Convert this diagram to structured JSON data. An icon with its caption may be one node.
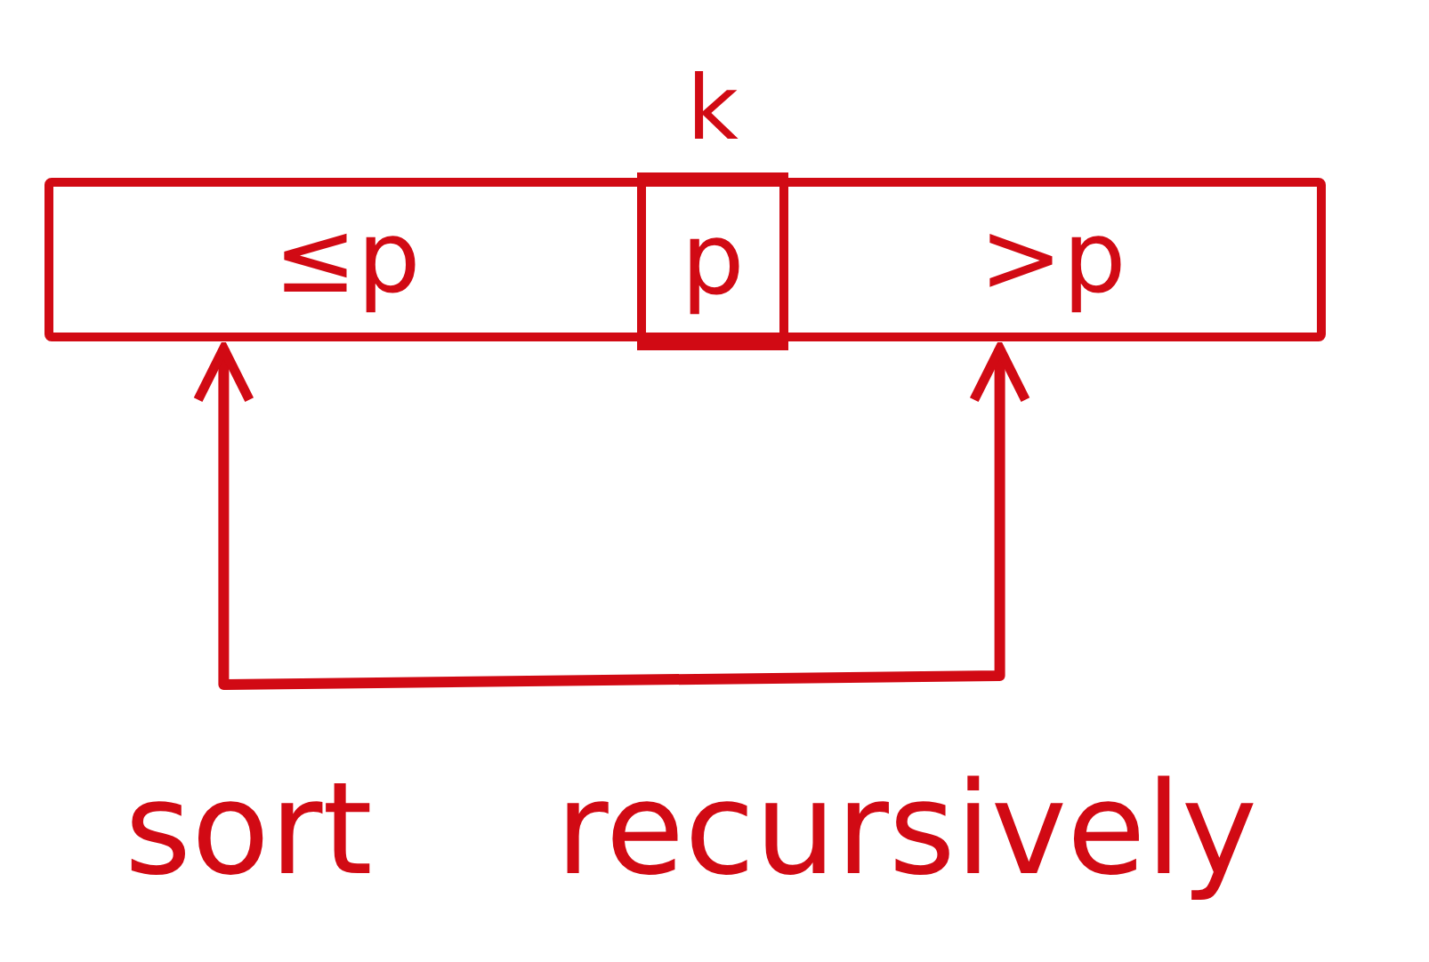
{
  "diagram": {
    "nodes": [
      {
        "text": [],
        "shape": "bar"
      },
      {
        "text": [
          "≤p"
        ],
        "in": 0
      },
      {
        "text": [
          "p"
        ],
        "in": 0,
        "beside": [
          "k"
        ]
      },
      {
        "text": [
          ">p"
        ],
        "in": 0
      }
    ],
    "edges": [
      {
        "from": 1,
        "to": 3,
        "arrow": "both"
      }
    ],
    "labels": [
      "sort recursively"
    ]
  }
}
